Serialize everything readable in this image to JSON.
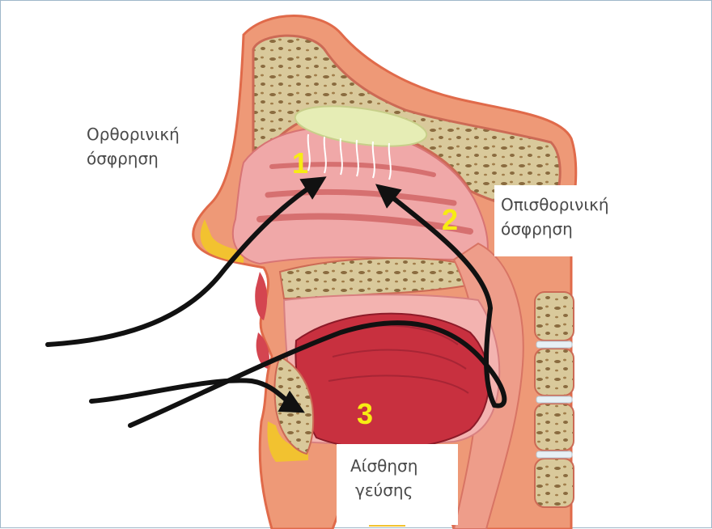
{
  "labels": {
    "orthonasal": {
      "line1": "Ορθορινική",
      "line2": "όσφρηση"
    },
    "retronasal": {
      "line1": "Οπισθορινική",
      "line2": "όσφρηση"
    },
    "taste": {
      "line1": "Αίσθηση",
      "line2": "γεύσης"
    }
  },
  "markers": [
    "1",
    "2",
    "3"
  ],
  "colors": {
    "skin": "#ee9977",
    "skin_outline": "#e06a4a",
    "bone": "#d8c89c",
    "nasal_cavity": "#f0a8a8",
    "olfactory_bulb": "#e6edb5",
    "tongue": "#c8303f",
    "arrows": "#111111",
    "markers": "#f7ec13"
  }
}
